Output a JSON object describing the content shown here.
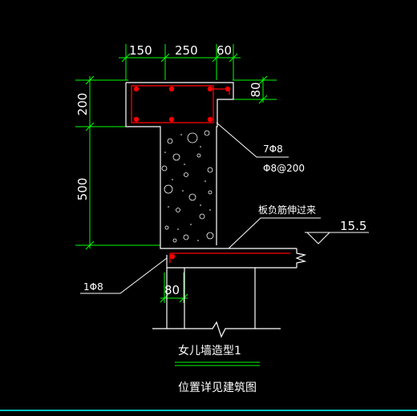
{
  "colors": {
    "background": "#000000",
    "dimension_line": "#00ff00",
    "outline": "#ffffff",
    "rebar": "#ff0000",
    "rebar_dots": "#ff0000",
    "level_mark": "#ffffff",
    "bottom_border": "#00ffff"
  },
  "dimensions": {
    "top": [
      "150",
      "250",
      "60"
    ],
    "left": [
      "200",
      "500"
    ],
    "right_ledge": "80",
    "bottom_ledge": "80"
  },
  "annotations": {
    "stirrup_main": "7Φ8",
    "stirrup_spacing": "Φ8@200",
    "slab_rebar": "板负筋伸过来",
    "level": "15.5",
    "bottom_bar": "1Φ8"
  },
  "title": {
    "line1": "女儿墙造型1",
    "line2": "位置详见建筑图"
  }
}
